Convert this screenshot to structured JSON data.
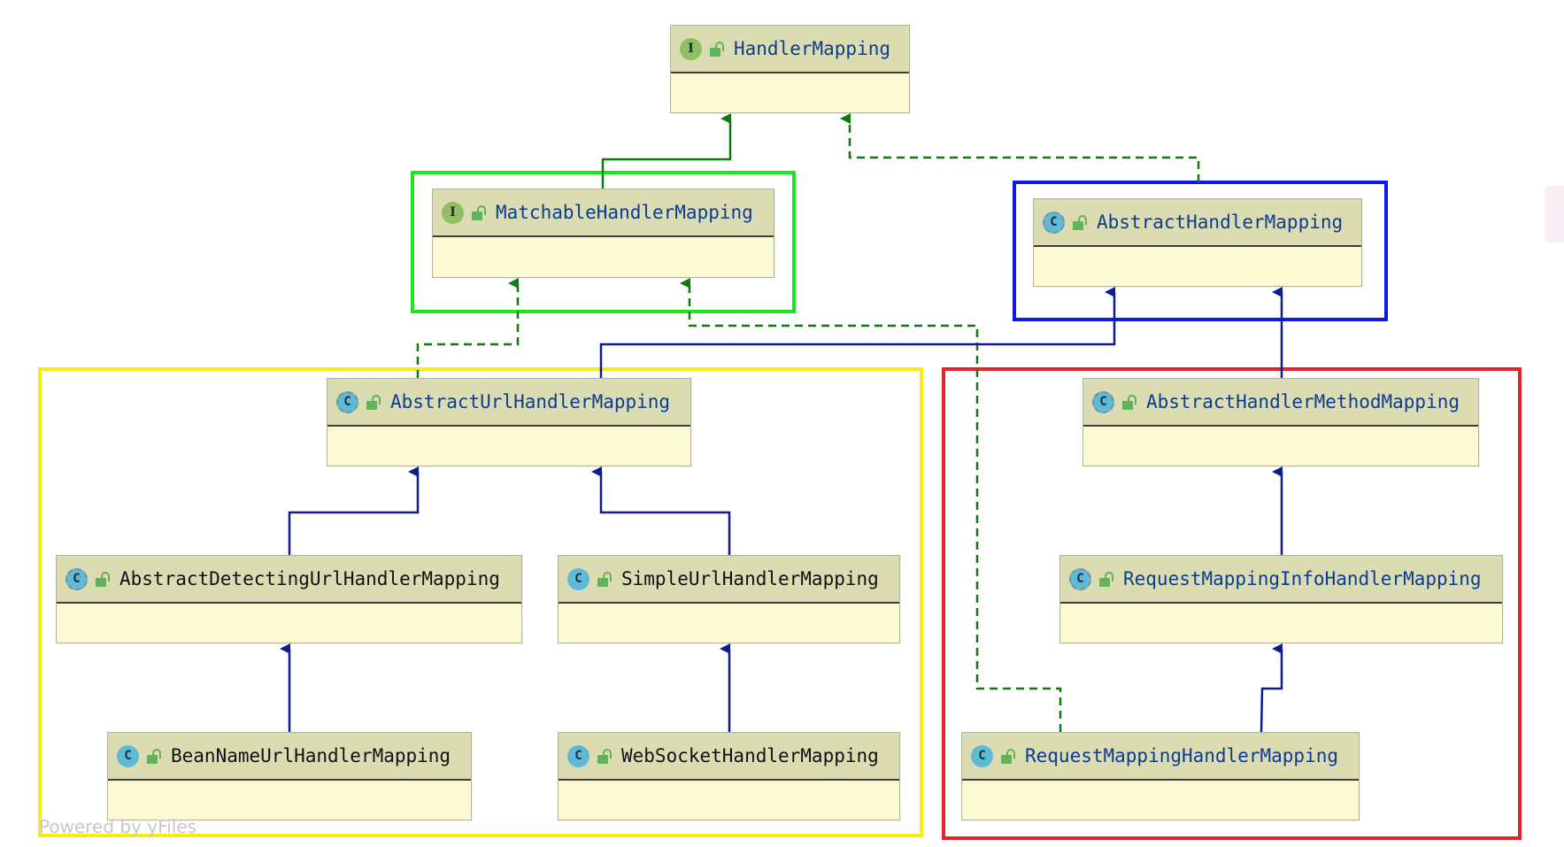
{
  "diagram": {
    "watermark": "Powered by yFiles",
    "colors": {
      "group_green": "#1be51b",
      "group_blue": "#0d18ee",
      "group_yellow": "#f8ec14",
      "group_red": "#e5232a",
      "interface_edge": "#0a7d0a",
      "class_edge": "#0b1d8f",
      "node_body": "#fbfad2",
      "node_header": "#dcdcb2"
    },
    "nodes": [
      {
        "id": "handler-mapping",
        "label": "HandlerMapping",
        "kind": "interface",
        "text_color": "blue"
      },
      {
        "id": "matchable-handler-mapping",
        "label": "MatchableHandlerMapping",
        "kind": "interface",
        "text_color": "blue"
      },
      {
        "id": "abstract-handler-mapping",
        "label": "AbstractHandlerMapping",
        "kind": "abstract",
        "text_color": "blue"
      },
      {
        "id": "abstract-url-handler-mapping",
        "label": "AbstractUrlHandlerMapping",
        "kind": "abstract",
        "text_color": "blue"
      },
      {
        "id": "abstract-handler-method-mapping",
        "label": "AbstractHandlerMethodMapping",
        "kind": "abstract",
        "text_color": "blue"
      },
      {
        "id": "abstract-detecting-url-handler-mapping",
        "label": "AbstractDetectingUrlHandlerMapping",
        "kind": "abstract",
        "text_color": "black"
      },
      {
        "id": "simple-url-handler-mapping",
        "label": "SimpleUrlHandlerMapping",
        "kind": "class",
        "text_color": "black"
      },
      {
        "id": "request-mapping-info-handler-mapping",
        "label": "RequestMappingInfoHandlerMapping",
        "kind": "abstract",
        "text_color": "blue"
      },
      {
        "id": "bean-name-url-handler-mapping",
        "label": "BeanNameUrlHandlerMapping",
        "kind": "class",
        "text_color": "black"
      },
      {
        "id": "web-socket-handler-mapping",
        "label": "WebSocketHandlerMapping",
        "kind": "class",
        "text_color": "black"
      },
      {
        "id": "request-mapping-handler-mapping",
        "label": "RequestMappingHandlerMapping",
        "kind": "class",
        "text_color": "blue"
      }
    ],
    "kind_letters": {
      "interface": "I",
      "class": "C",
      "abstract": "C"
    }
  }
}
